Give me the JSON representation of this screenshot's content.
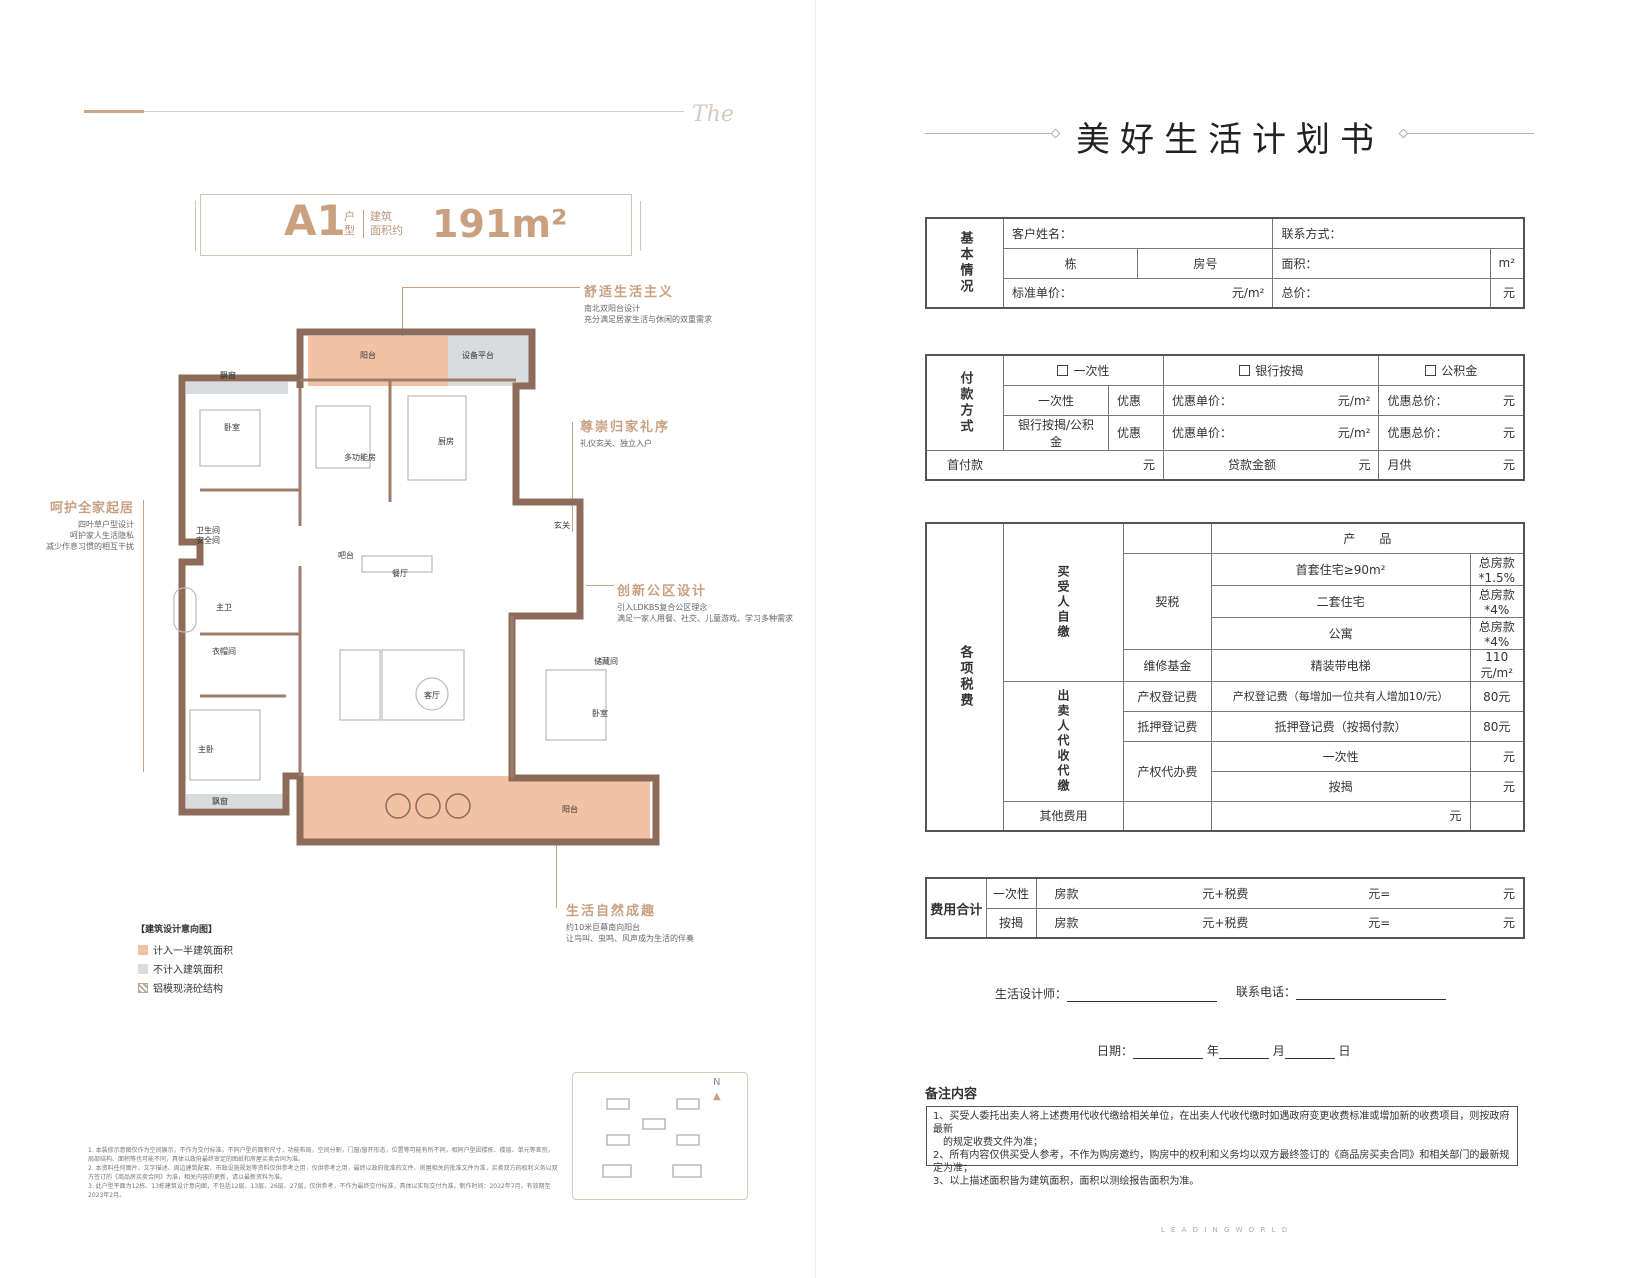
{
  "left": {
    "brand": "The",
    "unit": {
      "code": "A1",
      "type_label_1": "户",
      "type_label_2": "型",
      "area_label_1": "建筑",
      "area_label_2": "面积约",
      "area": "191m²"
    },
    "annotations": [
      {
        "title": "舒适生活主义",
        "desc": "南北双阳台设计\n充分满足居家生活与休闲的双重需求"
      },
      {
        "title": "尊崇归家礼序",
        "desc": "礼仪玄关、独立入户"
      },
      {
        "title": "呵护全家起居",
        "desc": "四叶草户型设计\n呵护家人生活隐私\n减少作息习惯的相互干扰"
      },
      {
        "title": "创新公区设计",
        "desc": "引入LDKBS复合公区理念\n满足一家人用餐、社交、儿童游戏、学习多种需求"
      },
      {
        "title": "生活自然成趣",
        "desc": "约10米巨幕南向阳台\n让鸟叫、虫鸣、风声成为生活的伴奏"
      }
    ],
    "rooms": {
      "balcony_n": "阳台",
      "equip": "设备平台",
      "bay_n": "飘窗",
      "bedroom1": "卧室",
      "multi": "多功能房",
      "kitchen": "厨房",
      "foyer": "玄关",
      "bath": "卫生间\n安全间",
      "bar": "吧台",
      "dining": "餐厅",
      "master_bath": "主卫",
      "closet": "衣帽间",
      "storage": "储藏间",
      "living": "客厅",
      "bedroom2": "卧室",
      "master": "主卧",
      "bay_s": "飘窗",
      "balcony_s": "阳台"
    },
    "legend": {
      "title": "【建筑设计意向图】",
      "items": [
        {
          "label": "计入一半建筑面积",
          "color": "#f3c1a3"
        },
        {
          "label": "不计入建筑面积",
          "color": "#d9dcdc"
        },
        {
          "label": "铝模现浇砼结构",
          "color": "#cfc4b8"
        }
      ]
    },
    "disclaimer": "1. 本装修示意图仅作为空间展示，不作为交付标准。不同户型的面积尺寸，功能布局，空间分割，门窗/窗开形态，位置等可能有所不同，相同户型因楼栋、楼层、单元等差别，局部结构、面积等也可能不同，具体以政府最终审定的图纸和房屋买卖合同为准。\n2. 本资料任何图片、文字描述、周边建筑配套、市政设施规划等资料仅供参考之用，仅供参考之用，最终以政府批准的文件、房屋相关的批准文件为准，买卖双方的权利义务以双方签订的《商品房买卖合同》为准，相关内容的更新，请以最新资料为准。\n3. 此户型平面为12栋、13栋建筑设计意向图，不包括12层、13层、26层、27层，仅供参考，不作为最终交付标准，具体以实际交付为准。制作时间：2022年7月，有效期至2023年2月。",
    "north": "N"
  },
  "right": {
    "title": "美好生活计划书",
    "basic": {
      "head": "基本情况",
      "name": "客户姓名：",
      "contact": "联系方式：",
      "building": "栋",
      "room": "房号",
      "area": "面积：",
      "area_unit": "m²",
      "unit_price": "标准单价：",
      "unit_price_unit": "元/m²",
      "total": "总价：",
      "yuan": "元"
    },
    "payment": {
      "head": "付款方式",
      "options": [
        "一次性",
        "银行按揭",
        "公积金"
      ],
      "row1": "一次性",
      "row2": "银行按揭/公积金",
      "discount": "优惠",
      "disc_price": "优惠单价：",
      "disc_price_unit": "元/m²",
      "disc_total": "优惠总价：",
      "yuan": "元",
      "down": "首付款",
      "loan": "贷款金额",
      "monthly": "月供"
    },
    "taxes": {
      "head": "各项税费",
      "buyer": "买受人自缴",
      "seller": "出卖人代收代缴",
      "product": "产　　品",
      "deed": "契税",
      "rows": [
        {
          "item": "首套住宅≥90m²",
          "value": "总房款*1.5%"
        },
        {
          "item": "二套住宅",
          "value": "总房款*4%"
        },
        {
          "item": "公寓",
          "value": "总房款*4%"
        }
      ],
      "maint": "维修基金",
      "maint_item": "精装带电梯",
      "maint_value": "110元/m²",
      "reg": "产权登记费",
      "reg_item": "产权登记费（每增加一位共有人增加10/元）",
      "reg_value": "80元",
      "mort": "抵押登记费",
      "mort_item": "抵押登记费（按揭付款）",
      "mort_value": "80元",
      "agent": "产权代办费",
      "agent_r1": "一次性",
      "agent_r2": "按揭",
      "other": "其他费用",
      "yuan": "元"
    },
    "summary": {
      "head": "费用合计",
      "rows": [
        {
          "type": "一次性",
          "label": "房款",
          "plus": "元+税费",
          "eq": "元=",
          "yuan": "元"
        },
        {
          "type": "按揭",
          "label": "房款",
          "plus": "元+税费",
          "eq": "元=",
          "yuan": "元"
        }
      ]
    },
    "designer": "生活设计师：",
    "phone": "联系电话：",
    "date": {
      "label": "日期：",
      "year": "年",
      "month": "月",
      "day": "日"
    },
    "notes": {
      "title": "备注内容",
      "lines": [
        "1、买受人委托出卖人将上述费用代收代缴给相关单位，在出卖人代收代缴时如遇政府变更收费标准或增加新的收费项目，则按政府最新",
        "的规定收费文件为准；",
        "2、所有内容仅供买受人参考，不作为购房邀约，购房中的权利和义务均以双方最终签订的《商品房买卖合同》和相关部门的最新规定为准；",
        "3、以上描述面积皆为建筑面积，面积以测绘报告面积为准。"
      ]
    },
    "footer": "L E A D I N G   W O R L D"
  }
}
